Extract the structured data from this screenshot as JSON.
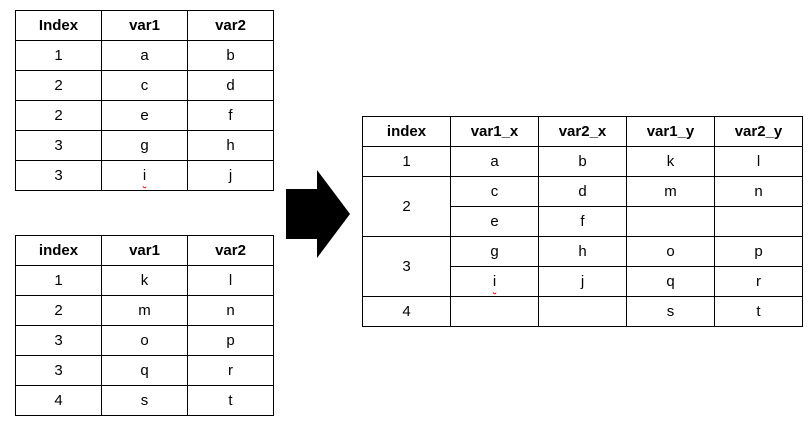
{
  "colors": {
    "text": "#000000",
    "table_border": "#000000",
    "arrow_fill": "#000000",
    "background": "#ffffff",
    "spellcheck_underline": "#ff0000"
  },
  "icons": {
    "merge_arrow": "right-block-arrow-icon"
  },
  "tables": {
    "left_top": {
      "headers": [
        "Index",
        "var1",
        "var2"
      ],
      "rows": [
        [
          "1",
          "a",
          "b"
        ],
        [
          "2",
          "c",
          "d"
        ],
        [
          "2",
          "e",
          "f"
        ],
        [
          "3",
          "g",
          "h"
        ],
        [
          "3",
          "i",
          "j"
        ]
      ]
    },
    "left_bottom": {
      "headers": [
        "index",
        "var1",
        "var2"
      ],
      "rows": [
        [
          "1",
          "k",
          "l"
        ],
        [
          "2",
          "m",
          "n"
        ],
        [
          "3",
          "o",
          "p"
        ],
        [
          "3",
          "q",
          "r"
        ],
        [
          "4",
          "s",
          "t"
        ]
      ]
    },
    "merged": {
      "headers": [
        "index",
        "var1_x",
        "var2_x",
        "var1_y",
        "var2_y"
      ],
      "groups": [
        {
          "index": "1",
          "rows": [
            [
              "a",
              "b",
              "k",
              "l"
            ]
          ]
        },
        {
          "index": "2",
          "rows": [
            [
              "c",
              "d",
              "m",
              "n"
            ],
            [
              "e",
              "f",
              "",
              ""
            ]
          ]
        },
        {
          "index": "3",
          "rows": [
            [
              "g",
              "h",
              "o",
              "p"
            ],
            [
              "i",
              "j",
              "q",
              "r"
            ]
          ]
        },
        {
          "index": "4",
          "rows": [
            [
              "",
              "",
              "s",
              "t"
            ]
          ]
        }
      ]
    }
  }
}
